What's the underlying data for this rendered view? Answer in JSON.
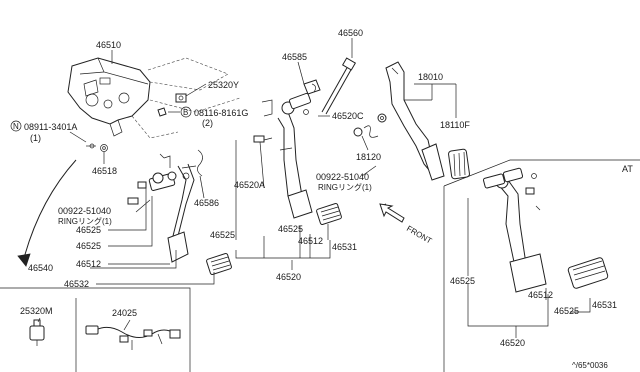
{
  "labels": {
    "l46510": "46510",
    "l25320Y": "25320Y",
    "l08116": "08116-8161G",
    "l08116q": "(2)",
    "l08911": "08911-3401A",
    "l08911q": "(1)",
    "l46518": "46518",
    "l46585": "46585",
    "l46560": "46560",
    "l18010": "18010",
    "l46520C": "46520C",
    "l18110F": "18110F",
    "l18120": "18120",
    "l00922a": "00922-51040",
    "l00922a_ring": "RINGリング(1)",
    "l46520A": "46520A",
    "l46586": "46586",
    "l00922b": "00922-51040",
    "l00922b_ring": "RINGリング(1)",
    "l46525a": "46525",
    "l46525b": "46525",
    "l46540": "46540",
    "l46512a": "46512",
    "l46532": "46532",
    "l46525c": "46525",
    "l46525d": "46525",
    "l46512b": "46512",
    "l46531a": "46531",
    "l46520a": "46520",
    "front": "FRONT",
    "at": "AT",
    "at46525": "46525",
    "at46512": "46512",
    "at46525b": "46525",
    "at46531": "46531",
    "at46520": "46520",
    "l25320M": "25320M",
    "l24025": "24025",
    "code": "^/65*0036"
  },
  "markers": {
    "n": "N",
    "b": "B"
  }
}
